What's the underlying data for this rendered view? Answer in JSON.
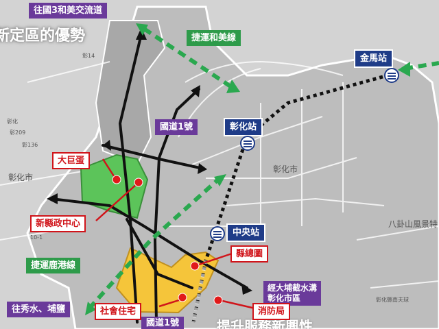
{
  "title": "新定區的優勢",
  "bottom_text": "提升服務新興性",
  "labels": {
    "to_hemei": "往國3和美交流道",
    "mrt_hemei": "捷運和美線",
    "jinma": "金馬站",
    "changhua_station": "彰化站",
    "national_route": "國道1號",
    "dajudan": "大巨蛋",
    "new_county_center": "新縣政中心",
    "central_station": "中央站",
    "county_library": "縣總圖",
    "mrt_lugang": "捷運鹿港線",
    "social_housing": "社會住宅",
    "fire_dept": "消防局",
    "drainage": "經大埔截水溝\n彰化市區",
    "to_xiushui": "往秀水、埔鹽",
    "national_route_bottom": "國道1號"
  },
  "map_text": {
    "changhua_city": "彰化市",
    "changhua_city_left": "彰化市",
    "bagua": "八卦山風景特",
    "park": "彰化縣南夫球",
    "road_a": "彰209",
    "road_b": "彰136",
    "road_c": "彰化",
    "road_d": "10-1",
    "road_e": "彰14"
  },
  "colors": {
    "purple": "#6a3a9a",
    "green": "#2e9b4a",
    "red": "#d0141a",
    "navy": "#1f3c88",
    "zone_green": "#5cc45a",
    "zone_yellow": "#f5c53a",
    "outline": "#ffffff"
  },
  "icons": [
    "metro-station-icon",
    "arrow-icon"
  ]
}
